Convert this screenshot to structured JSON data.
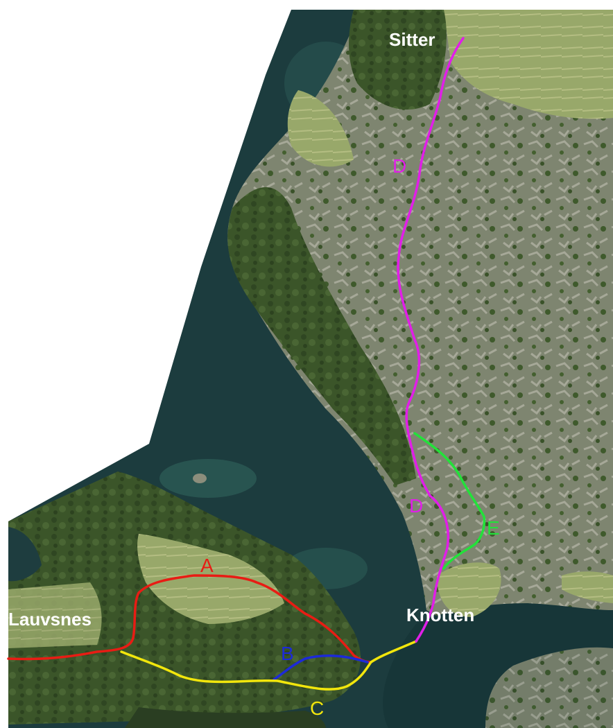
{
  "map": {
    "places": {
      "sitter": "Sitter",
      "lauvsnes": "Lauvsnes",
      "knotten": "Knotten"
    },
    "routes": [
      {
        "id": "A",
        "label": "A",
        "color": "#e81c14"
      },
      {
        "id": "B",
        "label": "B",
        "color": "#1c2ad8"
      },
      {
        "id": "C",
        "label": "C",
        "color": "#f2e60c"
      },
      {
        "id": "D",
        "label": "D",
        "color": "#e11ee8"
      },
      {
        "id": "E",
        "label": "E",
        "color": "#22e23a"
      }
    ],
    "colors": {
      "water": "#1b3a3b",
      "forest": "#3f5a2c",
      "rock": "#8c8e7c",
      "field": "#8fa35a",
      "blank": "#ffffff"
    }
  }
}
